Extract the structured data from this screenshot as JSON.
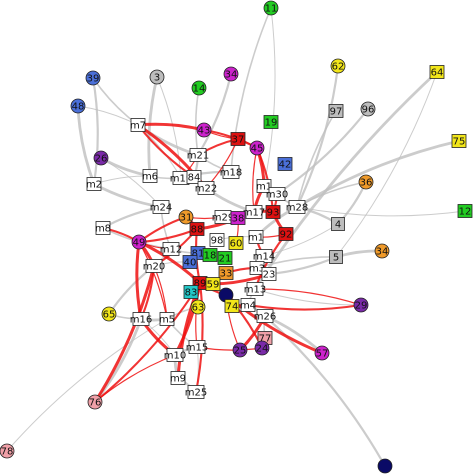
{
  "colors": {
    "edge_gray": "#bfbfbf",
    "edge_red": "#ee1111",
    "node_white": "#ffffff",
    "magenta": "#cc22cc",
    "blue": "#4a6fd8",
    "purple": "#7a2aa8",
    "green": "#22cc22",
    "yellow": "#f2e61a",
    "orange": "#ef9a2a",
    "gray": "#bdbdbd",
    "red": "#dd1111",
    "cyan": "#22c8c8",
    "pink": "#f0a0a8",
    "navy": "#0a0a66"
  },
  "nodes": [
    {
      "id": "11",
      "shape": "circle",
      "color": "green"
    },
    {
      "id": "62",
      "shape": "circle",
      "color": "yellow"
    },
    {
      "id": "64",
      "shape": "square",
      "color": "yellow"
    },
    {
      "id": "39",
      "shape": "circle",
      "color": "blue"
    },
    {
      "id": "3",
      "shape": "circle",
      "color": "gray"
    },
    {
      "id": "14",
      "shape": "circle",
      "color": "green"
    },
    {
      "id": "34",
      "shape": "circle",
      "color": "magenta"
    },
    {
      "id": "48",
      "shape": "circle",
      "color": "blue"
    },
    {
      "id": "97",
      "shape": "square",
      "color": "gray"
    },
    {
      "id": "96",
      "shape": "circle",
      "color": "gray"
    },
    {
      "id": "m7",
      "shape": "square",
      "color": "node_white"
    },
    {
      "id": "19",
      "shape": "square",
      "color": "green"
    },
    {
      "id": "43",
      "shape": "circle",
      "color": "magenta"
    },
    {
      "id": "75",
      "shape": "square",
      "color": "yellow"
    },
    {
      "id": "37",
      "shape": "square",
      "color": "red"
    },
    {
      "id": "45",
      "shape": "circle",
      "color": "magenta"
    },
    {
      "id": "26",
      "shape": "circle",
      "color": "purple"
    },
    {
      "id": "m21",
      "shape": "square",
      "color": "node_white"
    },
    {
      "id": "42",
      "shape": "square",
      "color": "blue"
    },
    {
      "id": "m6",
      "shape": "square",
      "color": "node_white"
    },
    {
      "id": "m19",
      "shape": "square",
      "color": "node_white"
    },
    {
      "id": "m18",
      "shape": "square",
      "color": "node_white"
    },
    {
      "id": "84",
      "shape": "square",
      "color": "node_white"
    },
    {
      "id": "36",
      "shape": "circle",
      "color": "orange"
    },
    {
      "id": "m2",
      "shape": "square",
      "color": "node_white"
    },
    {
      "id": "m22",
      "shape": "square",
      "color": "node_white"
    },
    {
      "id": "m1",
      "shape": "square",
      "color": "node_white"
    },
    {
      "id": "m30",
      "shape": "square",
      "color": "node_white"
    },
    {
      "id": "12",
      "shape": "square",
      "color": "green"
    },
    {
      "id": "m24",
      "shape": "square",
      "color": "node_white"
    },
    {
      "id": "93",
      "shape": "square",
      "color": "red"
    },
    {
      "id": "m28",
      "shape": "square",
      "color": "node_white"
    },
    {
      "id": "m17",
      "shape": "square",
      "color": "node_white"
    },
    {
      "id": "31",
      "shape": "circle",
      "color": "orange"
    },
    {
      "id": "m29",
      "shape": "square",
      "color": "node_white"
    },
    {
      "id": "38",
      "shape": "square",
      "color": "magenta"
    },
    {
      "id": "4",
      "shape": "square",
      "color": "gray"
    },
    {
      "id": "88",
      "shape": "square",
      "color": "red"
    },
    {
      "id": "m8",
      "shape": "square",
      "color": "node_white"
    },
    {
      "id": "92",
      "shape": "square",
      "color": "red"
    },
    {
      "id": "98",
      "shape": "square",
      "color": "node_white"
    },
    {
      "id": "m1b",
      "label": "m1",
      "shape": "square",
      "color": "node_white"
    },
    {
      "id": "49",
      "shape": "circle",
      "color": "magenta"
    },
    {
      "id": "60",
      "shape": "square",
      "color": "yellow"
    },
    {
      "id": "m12",
      "shape": "square",
      "color": "node_white"
    },
    {
      "id": "81",
      "shape": "square",
      "color": "blue"
    },
    {
      "id": "18",
      "shape": "square",
      "color": "green"
    },
    {
      "id": "21",
      "shape": "square",
      "color": "green"
    },
    {
      "id": "m14",
      "shape": "square",
      "color": "node_white"
    },
    {
      "id": "34b",
      "label": "34",
      "shape": "circle",
      "color": "orange"
    },
    {
      "id": "40",
      "shape": "square",
      "color": "blue"
    },
    {
      "id": "5",
      "shape": "square",
      "color": "gray"
    },
    {
      "id": "m20",
      "shape": "square",
      "color": "node_white"
    },
    {
      "id": "m3",
      "shape": "square",
      "color": "node_white"
    },
    {
      "id": "33",
      "shape": "square",
      "color": "orange"
    },
    {
      "id": "23",
      "shape": "square",
      "color": "node_white"
    },
    {
      "id": "89",
      "shape": "square",
      "color": "red"
    },
    {
      "id": "59",
      "shape": "square",
      "color": "yellow"
    },
    {
      "id": "m13",
      "shape": "square",
      "color": "node_white"
    },
    {
      "id": "83",
      "shape": "square",
      "color": "cyan"
    },
    {
      "id": "navy1",
      "label": "",
      "shape": "circle",
      "color": "navy"
    },
    {
      "id": "29",
      "shape": "circle",
      "color": "purple"
    },
    {
      "id": "63",
      "shape": "circle",
      "color": "yellow"
    },
    {
      "id": "74",
      "shape": "square",
      "color": "yellow"
    },
    {
      "id": "m4",
      "shape": "square",
      "color": "node_white"
    },
    {
      "id": "65",
      "shape": "circle",
      "color": "yellow"
    },
    {
      "id": "m16",
      "shape": "square",
      "color": "node_white"
    },
    {
      "id": "m5",
      "shape": "square",
      "color": "node_white"
    },
    {
      "id": "m26",
      "shape": "square",
      "color": "node_white"
    },
    {
      "id": "77",
      "shape": "square",
      "color": "pink"
    },
    {
      "id": "m15",
      "shape": "square",
      "color": "node_white"
    },
    {
      "id": "25",
      "shape": "circle",
      "color": "purple"
    },
    {
      "id": "24",
      "shape": "circle",
      "color": "purple"
    },
    {
      "id": "57",
      "shape": "circle",
      "color": "magenta"
    },
    {
      "id": "m10",
      "shape": "square",
      "color": "node_white"
    },
    {
      "id": "m9",
      "shape": "square",
      "color": "node_white"
    },
    {
      "id": "76",
      "shape": "circle",
      "color": "pink"
    },
    {
      "id": "m25",
      "shape": "square",
      "color": "node_white"
    },
    {
      "id": "78",
      "shape": "circle",
      "color": "pink"
    },
    {
      "id": "navy2",
      "label": "",
      "shape": "circle",
      "color": "navy"
    }
  ],
  "edges": [
    {
      "from": "11",
      "to": "m1",
      "color": "edge_gray"
    },
    {
      "from": "11",
      "to": "m18",
      "color": "edge_gray"
    },
    {
      "from": "62",
      "to": "m28",
      "color": "edge_gray"
    },
    {
      "from": "64",
      "to": "m13",
      "color": "edge_gray"
    },
    {
      "from": "64",
      "to": "5",
      "color": "edge_gray"
    },
    {
      "from": "39",
      "to": "m7",
      "color": "edge_gray"
    },
    {
      "from": "39",
      "to": "m2",
      "color": "edge_gray"
    },
    {
      "from": "3",
      "to": "m6",
      "color": "edge_gray"
    },
    {
      "from": "3",
      "to": "m19",
      "color": "edge_gray"
    },
    {
      "from": "14",
      "to": "m21",
      "color": "edge_gray"
    },
    {
      "from": "34",
      "to": "m21",
      "color": "edge_gray"
    },
    {
      "from": "48",
      "to": "m2",
      "color": "edge_gray"
    },
    {
      "from": "48",
      "to": "m7",
      "color": "edge_gray"
    },
    {
      "from": "97",
      "to": "m28",
      "color": "edge_gray"
    },
    {
      "from": "96",
      "to": "m30",
      "color": "edge_gray"
    },
    {
      "from": "75",
      "to": "m28",
      "color": "edge_gray"
    },
    {
      "from": "12",
      "to": "m28",
      "color": "edge_gray"
    },
    {
      "from": "36",
      "to": "m28",
      "color": "edge_gray"
    },
    {
      "from": "36",
      "to": "4",
      "color": "edge_gray"
    },
    {
      "from": "m2",
      "to": "m24",
      "color": "edge_gray"
    },
    {
      "from": "m2",
      "to": "m6",
      "color": "edge_gray"
    },
    {
      "from": "m8",
      "to": "m12",
      "color": "edge_gray"
    },
    {
      "from": "m8",
      "to": "m24",
      "color": "edge_gray"
    },
    {
      "from": "m7",
      "to": "m21",
      "color": "edge_gray"
    },
    {
      "from": "m7",
      "to": "m19",
      "color": "edge_gray"
    },
    {
      "from": "m6",
      "to": "m19",
      "color": "edge_gray"
    },
    {
      "from": "m19",
      "to": "m18",
      "color": "edge_gray"
    },
    {
      "from": "m22",
      "to": "m17",
      "color": "edge_gray"
    },
    {
      "from": "m1",
      "to": "m30",
      "color": "edge_gray"
    },
    {
      "from": "m30",
      "to": "m28",
      "color": "edge_gray"
    },
    {
      "from": "m28",
      "to": "4",
      "color": "edge_gray"
    },
    {
      "from": "m28",
      "to": "m1b",
      "color": "edge_gray"
    },
    {
      "from": "4",
      "to": "m14",
      "color": "edge_gray"
    },
    {
      "from": "5",
      "to": "m3",
      "color": "edge_gray"
    },
    {
      "from": "5",
      "to": "23",
      "color": "edge_gray"
    },
    {
      "from": "34b",
      "to": "5",
      "color": "edge_gray"
    },
    {
      "from": "m14",
      "to": "m3",
      "color": "edge_gray"
    },
    {
      "from": "m24",
      "to": "m12",
      "color": "edge_gray"
    },
    {
      "from": "m12",
      "to": "m20",
      "color": "edge_gray"
    },
    {
      "from": "m29",
      "to": "m17",
      "color": "edge_gray"
    },
    {
      "from": "98",
      "to": "m1b",
      "color": "edge_gray"
    },
    {
      "from": "m13",
      "to": "m4",
      "color": "edge_gray"
    },
    {
      "from": "m4",
      "to": "m26",
      "color": "edge_gray"
    },
    {
      "from": "m16",
      "to": "m5",
      "color": "edge_gray"
    },
    {
      "from": "m16",
      "to": "m10",
      "color": "edge_gray"
    },
    {
      "from": "m5",
      "to": "m15",
      "color": "edge_gray"
    },
    {
      "from": "m10",
      "to": "m15",
      "color": "edge_gray"
    },
    {
      "from": "m10",
      "to": "m9",
      "color": "edge_gray"
    },
    {
      "from": "m15",
      "to": "m25",
      "color": "edge_gray"
    },
    {
      "from": "m26",
      "to": "77",
      "color": "edge_gray"
    },
    {
      "from": "m26",
      "to": "navy2",
      "color": "edge_gray"
    },
    {
      "from": "76",
      "to": "m16",
      "color": "edge_gray"
    },
    {
      "from": "78",
      "to": "m5",
      "color": "edge_gray"
    },
    {
      "from": "65",
      "to": "m16",
      "color": "edge_gray"
    },
    {
      "from": "65",
      "to": "m20",
      "color": "edge_gray"
    },
    {
      "from": "26",
      "to": "m6",
      "color": "edge_gray"
    },
    {
      "from": "26",
      "to": "m24",
      "color": "edge_gray"
    },
    {
      "from": "63",
      "to": "m5",
      "color": "edge_gray"
    },
    {
      "from": "m9",
      "to": "m25",
      "color": "edge_gray"
    },
    {
      "from": "57",
      "to": "m26",
      "color": "edge_gray"
    },
    {
      "from": "29",
      "to": "m13",
      "color": "edge_gray"
    },
    {
      "from": "m21",
      "to": "m18",
      "color": "edge_gray"
    },
    {
      "from": "m21",
      "to": "84",
      "color": "edge_gray"
    },
    {
      "from": "84",
      "to": "m22",
      "color": "edge_gray"
    },
    {
      "from": "m20",
      "to": "40",
      "color": "edge_gray"
    },
    {
      "from": "m12",
      "to": "81",
      "color": "edge_gray"
    },
    {
      "from": "m3",
      "to": "23",
      "color": "edge_gray"
    },
    {
      "from": "49",
      "to": "m8",
      "color": "edge_red"
    },
    {
      "from": "49",
      "to": "m20",
      "color": "edge_red"
    },
    {
      "from": "49",
      "to": "m12",
      "color": "edge_red"
    },
    {
      "from": "49",
      "to": "31",
      "color": "edge_red"
    },
    {
      "from": "49",
      "to": "m16",
      "color": "edge_red"
    },
    {
      "from": "49",
      "to": "m5",
      "color": "edge_red"
    },
    {
      "from": "49",
      "to": "88",
      "color": "edge_red"
    },
    {
      "from": "49",
      "to": "89",
      "color": "edge_red"
    },
    {
      "from": "43",
      "to": "37",
      "color": "edge_red"
    },
    {
      "from": "43",
      "to": "45",
      "color": "edge_red"
    },
    {
      "from": "43",
      "to": "m7",
      "color": "edge_red"
    },
    {
      "from": "37",
      "to": "45",
      "color": "edge_red"
    },
    {
      "from": "37",
      "to": "m21",
      "color": "edge_red"
    },
    {
      "from": "45",
      "to": "m1",
      "color": "edge_red"
    },
    {
      "from": "45",
      "to": "m17",
      "color": "edge_red"
    },
    {
      "from": "45",
      "to": "93",
      "color": "edge_red"
    },
    {
      "from": "93",
      "to": "92",
      "color": "edge_red"
    },
    {
      "from": "92",
      "to": "m1b",
      "color": "edge_red"
    },
    {
      "from": "92",
      "to": "m13",
      "color": "edge_red"
    },
    {
      "from": "31",
      "to": "88",
      "color": "edge_red"
    },
    {
      "from": "31",
      "to": "m29",
      "color": "edge_red"
    },
    {
      "from": "88",
      "to": "m20",
      "color": "edge_red"
    },
    {
      "from": "88",
      "to": "38",
      "color": "edge_red"
    },
    {
      "from": "m29",
      "to": "38",
      "color": "edge_red"
    },
    {
      "from": "m7",
      "to": "84",
      "color": "edge_red"
    },
    {
      "from": "m7",
      "to": "m22",
      "color": "edge_red"
    },
    {
      "from": "m19",
      "to": "m21",
      "color": "edge_red"
    },
    {
      "from": "m20",
      "to": "m16",
      "color": "edge_red"
    },
    {
      "from": "m16",
      "to": "m10",
      "color": "edge_red"
    },
    {
      "from": "m20",
      "to": "m5",
      "color": "edge_red"
    },
    {
      "from": "89",
      "to": "navy1",
      "color": "edge_red"
    },
    {
      "from": "89",
      "to": "m10",
      "color": "edge_red"
    },
    {
      "from": "89",
      "to": "m15",
      "color": "edge_red"
    },
    {
      "from": "89",
      "to": "m25",
      "color": "edge_red"
    },
    {
      "from": "76",
      "to": "m20",
      "color": "edge_red"
    },
    {
      "from": "76",
      "to": "m10",
      "color": "edge_red"
    },
    {
      "from": "76",
      "to": "89",
      "color": "edge_red"
    },
    {
      "from": "m9",
      "to": "89",
      "color": "edge_red"
    },
    {
      "from": "navy1",
      "to": "25",
      "color": "edge_red"
    },
    {
      "from": "navy1",
      "to": "24",
      "color": "edge_red"
    },
    {
      "from": "navy1",
      "to": "57",
      "color": "edge_red"
    },
    {
      "from": "m13",
      "to": "29",
      "color": "edge_red"
    },
    {
      "from": "m4",
      "to": "29",
      "color": "edge_red"
    },
    {
      "from": "m26",
      "to": "25",
      "color": "edge_red"
    },
    {
      "from": "m15",
      "to": "24",
      "color": "edge_red"
    },
    {
      "from": "33",
      "to": "m3",
      "color": "edge_red"
    },
    {
      "from": "59",
      "to": "23",
      "color": "edge_red"
    },
    {
      "from": "74",
      "to": "m4",
      "color": "edge_red"
    },
    {
      "from": "m1b",
      "to": "m14",
      "color": "edge_red"
    },
    {
      "from": "m17",
      "to": "93",
      "color": "edge_red"
    },
    {
      "from": "m22",
      "to": "37",
      "color": "edge_red"
    },
    {
      "from": "m30",
      "to": "93",
      "color": "edge_red"
    },
    {
      "from": "m1",
      "to": "m17",
      "color": "edge_red"
    },
    {
      "from": "38",
      "to": "60",
      "color": "edge_red"
    },
    {
      "from": "88",
      "to": "89",
      "color": "edge_red"
    }
  ]
}
